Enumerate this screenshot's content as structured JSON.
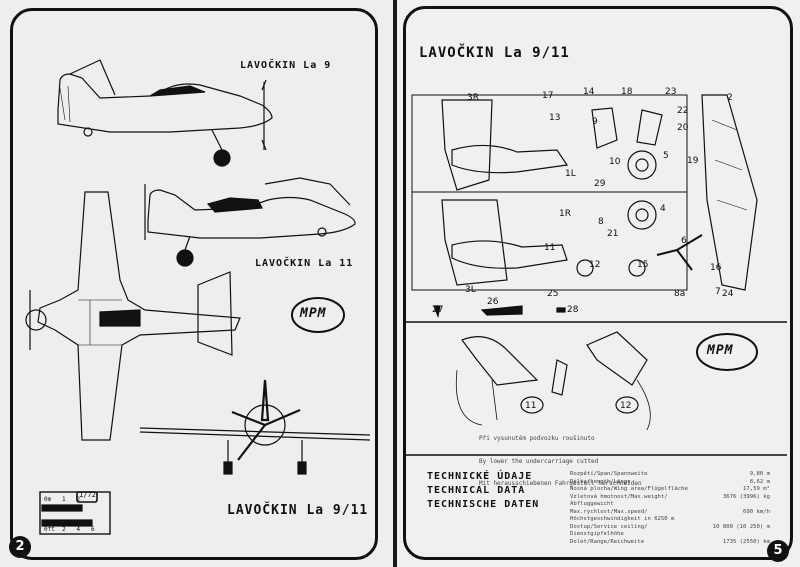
{
  "left": {
    "title_la9": "LAVOČKIN La 9",
    "title_la11": "LAVOČKIN La 11",
    "title_bottom": "LAVOČKIN La 9/11",
    "logo": "MPM",
    "page_number": "2",
    "scale": {
      "ratio": "1/72",
      "top": "0m   1   2",
      "bottom": "0ft  2   4   6"
    }
  },
  "right": {
    "title": "LAVOČKIN La 9/11",
    "logo": "MPM",
    "page_number": "5",
    "part_numbers": [
      "3R",
      "17",
      "14",
      "18",
      "23",
      "2",
      "13",
      "9",
      "20",
      "22",
      "10",
      "5",
      "19",
      "1L",
      "29",
      "1R",
      "8",
      "4",
      "21",
      "6",
      "11",
      "12",
      "15",
      "16",
      "7",
      "24",
      "25",
      "8a",
      "3L",
      "27",
      "26",
      "28"
    ],
    "callouts": [
      "11",
      "12"
    ],
    "note_lines": [
      "Při vysunutém podvozku roušinuto",
      "By lower the undercarriage cutted",
      "Mit herausschiebenen Fahrgestell herschneiden"
    ],
    "tech_titles": [
      "TECHNICKÉ ÚDAJE",
      "TECHNICAL DATA",
      "TECHNISCHE DATEN"
    ],
    "specs": [
      {
        "label": "Rozpětí/Span/Spannweite",
        "value": "9,80 m"
      },
      {
        "label": "Délka/Length/Länge",
        "value": "8,62 m"
      },
      {
        "label": "Nosná plocha/Wing area/Flügelfläche",
        "value": "17,59 m²"
      },
      {
        "label": "Vzletová hmotnost/Max.weight/",
        "value": "3676 (3996) kg"
      },
      {
        "label": "  Abfluggewicht",
        "value": ""
      },
      {
        "label": "Max.rychlost/Max.speed/",
        "value": "690 km/h"
      },
      {
        "label": "  Höchstgeschwindigkeit in 6250 m",
        "value": ""
      },
      {
        "label": "Dostup/Service ceiling/",
        "value": "10 800 (10 250) m"
      },
      {
        "label": "  Dienstgipfelhöhe",
        "value": ""
      },
      {
        "label": "Dolet/Range/Reichweite",
        "value": "1735 (2550) km"
      }
    ]
  }
}
